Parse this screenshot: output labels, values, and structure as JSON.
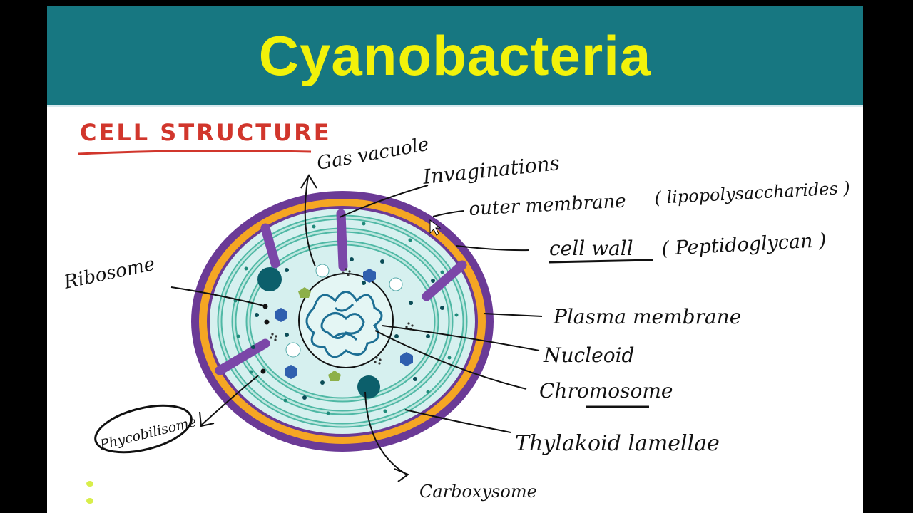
{
  "title": "Cyanobacteria",
  "heading": "CELL STRUCTURE",
  "labels": {
    "gas_vacuole": "Gas vacuole",
    "invaginations": "Invaginations",
    "outer_membrane": "outer membrane",
    "lipopolysaccharides": "( lipopolysaccharides )",
    "cell_wall": "cell wall",
    "peptidoglycan": "( Peptidoglycan )",
    "ribosome": "Ribosome",
    "plasma_membrane": "Plasma membrane",
    "nucleoid": "Nucleoid",
    "chromosome": "Chromosome",
    "phycobilisome": "Phycobilisome",
    "thylakoid_lamellae": "Thylakoid lamellae",
    "carboxysome": "Carboxysome"
  },
  "colors": {
    "banner": "#177781",
    "title": "#f2f20a",
    "outer_membrane": "#6b3a96",
    "cell_wall": "#f5a623",
    "cytoplasm": "#d6f0ef",
    "thylakoid": "#4fb8a5",
    "heading": "#d1362c"
  }
}
